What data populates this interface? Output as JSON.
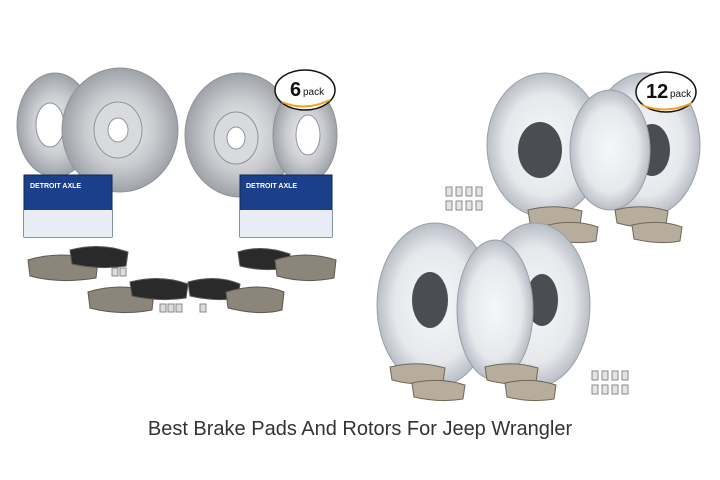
{
  "caption": "Best Brake Pads And Rotors For Jeep Wrangler",
  "products": [
    {
      "pack_number": "6",
      "pack_word": "pack",
      "box_brand": "DETROIT AXLE"
    },
    {
      "pack_number": "12",
      "pack_word": "pack"
    }
  ],
  "colors": {
    "background": "#ffffff",
    "caption": "#333333",
    "box": "#1c3f8c",
    "rotor": "#c9cbcf",
    "drilled_rotor": "#e6e8ec",
    "pad": "#8c857a"
  }
}
